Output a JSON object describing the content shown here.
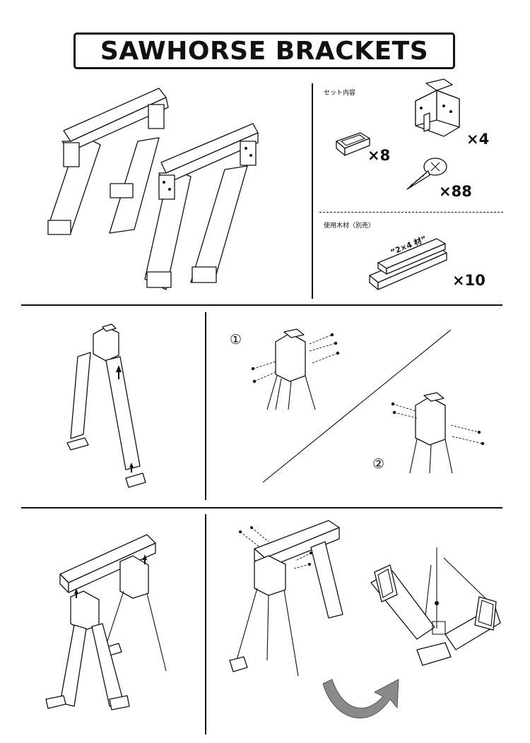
{
  "title": "SAWHORSE BRACKETS",
  "contents": {
    "heading": "セット内容",
    "bracket_qty": "×4",
    "foot_cap_qty": "×8",
    "screw_qty": "×88"
  },
  "lumber": {
    "heading": "使用木材（別売）",
    "board_label": "“2×4 材”",
    "board_qty": "×10"
  },
  "steps": {
    "step1": "①",
    "step2": "②"
  }
}
